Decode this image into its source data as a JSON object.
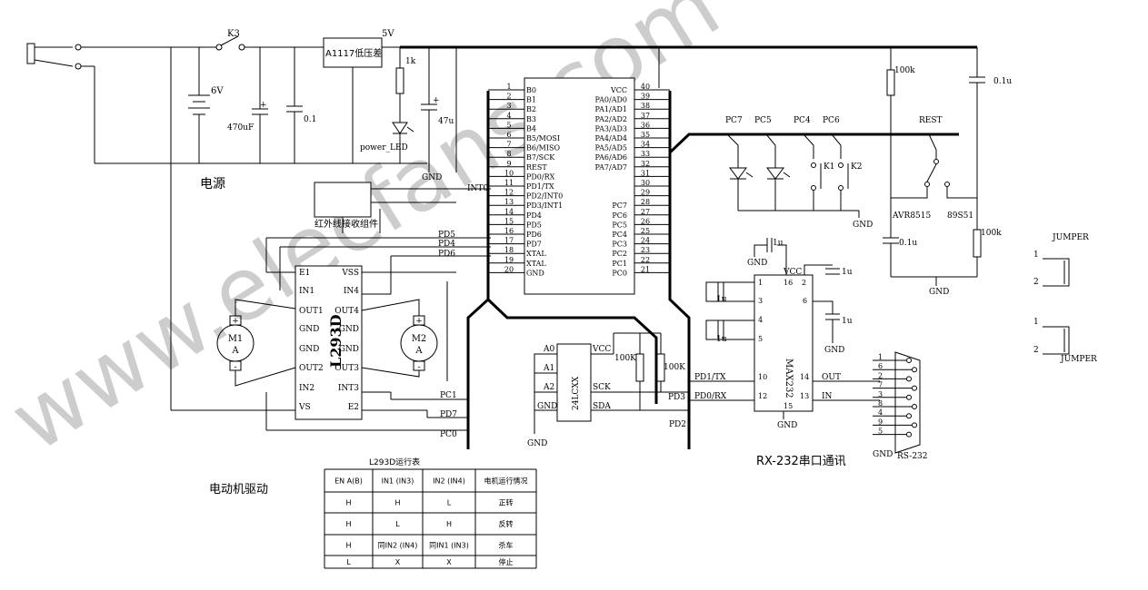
{
  "power": {
    "switch": "K3",
    "regulator": "A1117低压差",
    "out_voltage": "5V",
    "battery": "6V",
    "cap1": "470uF",
    "cap2": "0.1",
    "res": "1k",
    "cap3": "47u",
    "led": "power_LED",
    "gnd": "GND",
    "caption": "电源"
  },
  "mcu": {
    "left_pins": [
      {
        "num": "1",
        "name": "B0"
      },
      {
        "num": "2",
        "name": "B1"
      },
      {
        "num": "3",
        "name": "B2"
      },
      {
        "num": "4",
        "name": "B3"
      },
      {
        "num": "5",
        "name": "B4"
      },
      {
        "num": "6",
        "name": "B5/MOSI"
      },
      {
        "num": "7",
        "name": "B6/MISO"
      },
      {
        "num": "8",
        "name": "B7/SCK"
      },
      {
        "num": "9",
        "name": "REST"
      },
      {
        "num": "10",
        "name": "PD0/RX"
      },
      {
        "num": "11",
        "name": "PD1/TX"
      },
      {
        "num": "12",
        "name": "PD2/INT0"
      },
      {
        "num": "13",
        "name": "PD3/INT1"
      },
      {
        "num": "14",
        "name": "PD4"
      },
      {
        "num": "15",
        "name": "PD5"
      },
      {
        "num": "16",
        "name": "PD6"
      },
      {
        "num": "17",
        "name": "PD7"
      },
      {
        "num": "18",
        "name": "XTAL"
      },
      {
        "num": "19",
        "name": "XTAL"
      },
      {
        "num": "20",
        "name": "GND"
      }
    ],
    "right_pins": [
      {
        "num": "40",
        "name": "VCC"
      },
      {
        "num": "39",
        "name": "PA0/AD0"
      },
      {
        "num": "38",
        "name": "PA1/AD1"
      },
      {
        "num": "37",
        "name": "PA2/AD2"
      },
      {
        "num": "36",
        "name": "PA3/AD3"
      },
      {
        "num": "35",
        "name": "PA4/AD4"
      },
      {
        "num": "34",
        "name": "PA5/AD5"
      },
      {
        "num": "33",
        "name": "PA6/AD6"
      },
      {
        "num": "32",
        "name": "PA7/AD7"
      },
      {
        "num": "31",
        "name": ""
      },
      {
        "num": "30",
        "name": ""
      },
      {
        "num": "29",
        "name": ""
      },
      {
        "num": "28",
        "name": "PC7"
      },
      {
        "num": "27",
        "name": "PC6"
      },
      {
        "num": "26",
        "name": "PC5"
      },
      {
        "num": "25",
        "name": "PC4"
      },
      {
        "num": "24",
        "name": "PC3"
      },
      {
        "num": "23",
        "name": "PC2"
      },
      {
        "num": "22",
        "name": "PC1"
      },
      {
        "num": "21",
        "name": "PC0"
      }
    ],
    "int0_label": "INT0"
  },
  "ir_receiver": "红外线接收组件",
  "motor": {
    "chip": "L293D",
    "left_pins": [
      "E1",
      "IN1",
      "OUT1",
      "GND",
      "GND",
      "OUT2",
      "IN2",
      "VS"
    ],
    "right_pins": [
      "VSS",
      "IN4",
      "OUT4",
      "GND",
      "GND",
      "OUT3",
      "INT3",
      "E2"
    ],
    "m1": "M1",
    "m2": "M2",
    "a": "A",
    "plus": "+",
    "minus": "-",
    "nets_in": [
      "PD5",
      "PD4",
      "PD6"
    ],
    "nets_out": [
      "PC1",
      "PD7",
      "PC0"
    ],
    "caption": "电动机驱动"
  },
  "table": {
    "title": "L293D运行表",
    "headers": [
      "EN A(B)",
      "IN1 (IN3)",
      "IN2 (IN4)",
      "电机运行情况"
    ],
    "rows": [
      [
        "H",
        "H",
        "L",
        "正转"
      ],
      [
        "H",
        "L",
        "H",
        "反转"
      ],
      [
        "H",
        "同IN2 (IN4)",
        "同IN1 (IN3)",
        "杀车"
      ],
      [
        "L",
        "X",
        "X",
        "停止"
      ]
    ]
  },
  "ports": {
    "labels": [
      "PC7",
      "PC5",
      "PC4",
      "PC6"
    ],
    "k1": "K1",
    "k2": "K2",
    "gnd": "GND"
  },
  "reset": {
    "title": "REST",
    "r1": "100k",
    "c1": "0.1u",
    "avr": "AVR8515",
    "c51": "89S51",
    "c2": "0.1u",
    "r2": "100k",
    "gnd": "GND"
  },
  "eeprom": {
    "chip": "24LCXX",
    "left_pins": [
      "A0",
      "A1",
      "A2",
      "GND"
    ],
    "right_pins": [
      "VCC",
      "SCK",
      "SDA"
    ],
    "r1": "100K",
    "r2": "100K",
    "nets": [
      "PD3",
      "PD2"
    ],
    "gnd": "GND"
  },
  "max232": {
    "chip": "MAX232",
    "vcc": "VCC",
    "pins_top": [
      "16",
      "2"
    ],
    "pins_left": [
      "1",
      "3",
      "4",
      "5",
      "10",
      "12"
    ],
    "pins_right": [
      "6",
      "14",
      "13"
    ],
    "pin_bottom": "15",
    "out": "OUT",
    "in": "IN",
    "net_tx": "PD1/TX",
    "net_rx": "PD0/RX",
    "cap": "1u",
    "gnd": "GND",
    "caption": "RX-232串口通讯"
  },
  "db9": {
    "pins": [
      "1",
      "6",
      "2",
      "7",
      "3",
      "8",
      "4",
      "9",
      "5"
    ],
    "label": "RS-232",
    "gnd": "GND"
  },
  "jumpers": {
    "label": "JUMPER",
    "pins": [
      "1",
      "2"
    ]
  },
  "watermark": "www.elecfans.com"
}
